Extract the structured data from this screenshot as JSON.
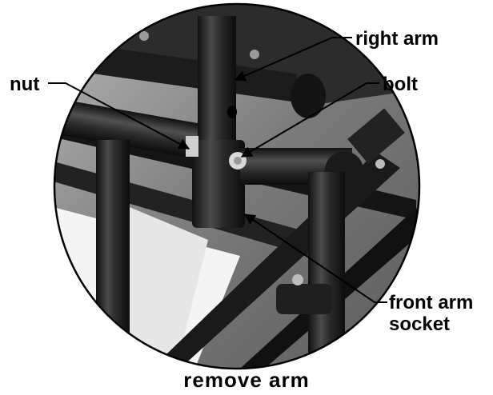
{
  "callouts": {
    "right_arm": "right arm",
    "nut": "nut",
    "bolt": "bolt",
    "front_arm_line1": "front arm",
    "front_arm_line2": "socket"
  },
  "caption": "remove arm",
  "colors": {
    "ink": "#000000",
    "paper": "#ffffff",
    "metal_dark": "#1a1a1a",
    "metal_mid": "#3a3a3a",
    "background_gray": "#8a8a8a"
  }
}
